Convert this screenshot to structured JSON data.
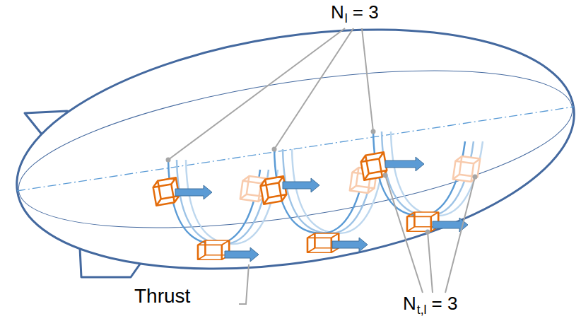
{
  "diagram": {
    "labels": [
      "N",
      "l",
      "= 3",
      "N",
      "t,l",
      "= 3",
      "Thrust"
    ]
  }
}
